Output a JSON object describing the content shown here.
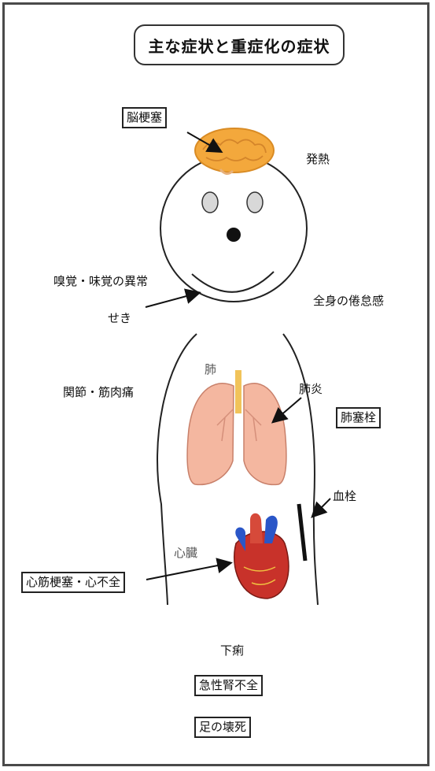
{
  "title": "主な症状と重症化の症状",
  "labels": {
    "brain_infarction": "脳梗塞",
    "fever": "発熱",
    "smell_taste": "嗅覚・味覚の異常",
    "cough": "せき",
    "fatigue": "全身の倦怠感",
    "joint_muscle_pain": "関節・筋肉痛",
    "lung": "肺",
    "pneumonia": "肺炎",
    "pulmonary_embolism": "肺塞栓",
    "thrombus": "血栓",
    "heart": "心臓",
    "mi_heart_failure": "心筋梗塞・心不全",
    "diarrhea": "下痢",
    "acute_renal_failure": "急性腎不全",
    "foot_necrosis": "足の壊死"
  },
  "colors": {
    "brain": "#f3a83c",
    "lung": "#f4b7a0",
    "heart_red": "#c8322a",
    "heart_blue": "#2a56c8",
    "outline": "#222222"
  },
  "icons": [
    "brain-icon",
    "lung-icon",
    "heart-icon",
    "arrow-icon"
  ]
}
